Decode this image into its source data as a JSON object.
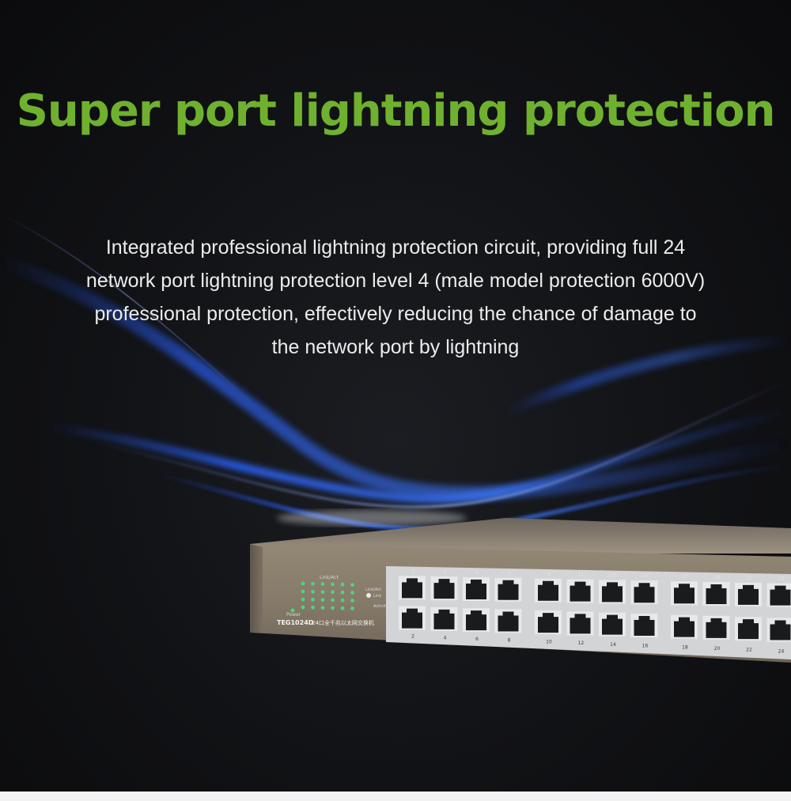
{
  "headline": "Super port lightning protection",
  "description": [
    "Integrated professional lightning protection circuit, providing full 24",
    "network port lightning protection level 4 (male model protection 6000V)",
    "professional protection, effectively reducing the chance of damage to",
    "the network port by lightning"
  ],
  "device": {
    "model": "TEG1024D",
    "subtitle": "24口全千兆以太网交换机",
    "link_act_label": "Link/Act",
    "power_label": "Power",
    "legend_link": "Link",
    "legend_activity": "Activity",
    "top_port_numbers": [
      "1",
      "3",
      "5",
      "7",
      "9",
      "11",
      "13",
      "15",
      "17",
      "19",
      "21",
      "23"
    ],
    "bottom_port_numbers": [
      "2",
      "4",
      "6",
      "8",
      "10",
      "12",
      "14",
      "16",
      "18",
      "20",
      "22",
      "24"
    ]
  },
  "colors": {
    "headline": "#6fb12f",
    "text": "#ececec",
    "wave": "#2f6dff",
    "chassis": "#8a7f70"
  }
}
